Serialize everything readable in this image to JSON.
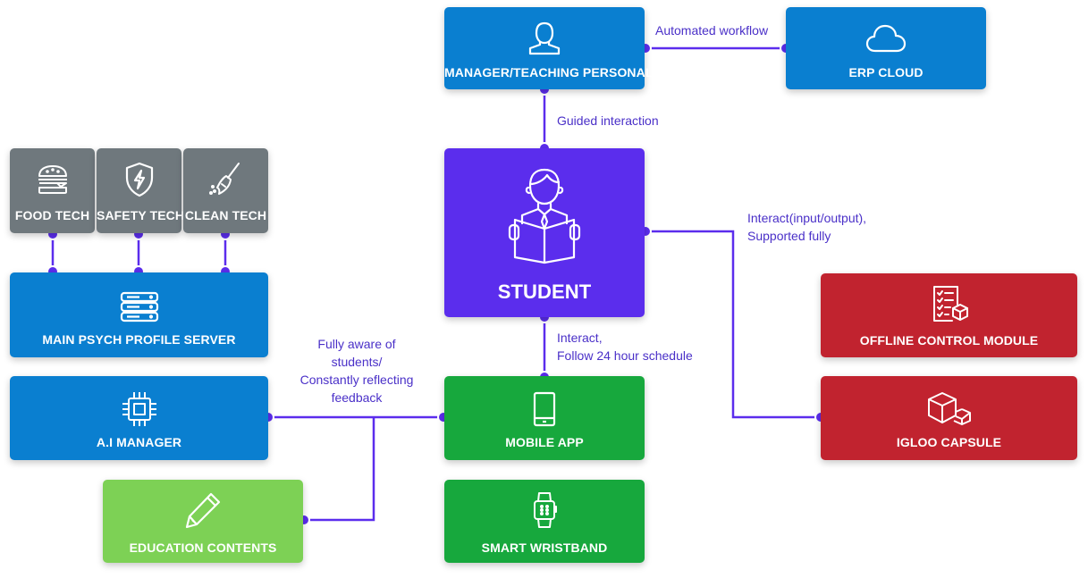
{
  "nodes": {
    "manager": "MANAGER/TEACHING PERSONAL",
    "erp": "ERP CLOUD",
    "student": "STUDENT",
    "food": "FOOD TECH",
    "safety": "SAFETY TECH",
    "clean": "CLEAN TECH",
    "psych": "MAIN PSYCH PROFILE SERVER",
    "ai": "A.I MANAGER",
    "education": "EDUCATION CONTENTS",
    "mobile": "MOBILE APP",
    "wristband": "SMART WRISTBAND",
    "offline": "OFFLINE CONTROL MODULE",
    "igloo": "IGLOO CAPSULE"
  },
  "connections": {
    "manager_erp": "Automated workflow",
    "manager_student": "Guided interaction",
    "student_right_1": "Interact(input/output),",
    "student_right_2": "Supported fully",
    "student_mobile_1": "Interact,",
    "student_mobile_2": "Follow 24 hour schedule",
    "ai_mobile_1": "Fully aware of",
    "ai_mobile_2": "students/",
    "ai_mobile_3": "Constantly reflecting",
    "ai_mobile_4": "feedback"
  },
  "colors": {
    "blue": "#0a7fd0",
    "purple": "#5b2ded",
    "green": "#17a83d",
    "light_green": "#7dd155",
    "gray": "#6f787d",
    "red": "#c1232f",
    "connector": "#5b2ded"
  },
  "icons": {
    "manager": "user-icon",
    "erp": "cloud-icon",
    "student": "student-reading-icon",
    "food": "burger-icon",
    "safety": "shield-bolt-icon",
    "clean": "broom-icon",
    "psych": "server-icon",
    "ai": "chip-icon",
    "education": "pencil-icon",
    "mobile": "smartphone-icon",
    "wristband": "smartwatch-icon",
    "offline": "checklist-box-icon",
    "igloo": "cubes-icon"
  }
}
